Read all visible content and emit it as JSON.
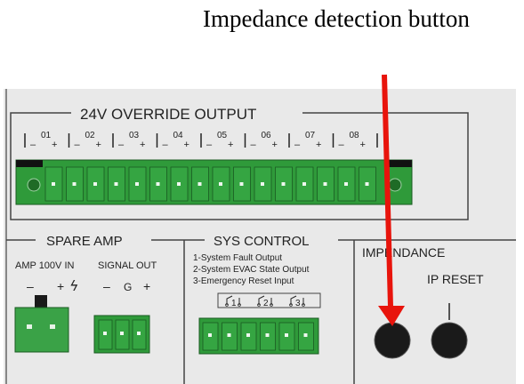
{
  "caption": "Impedance detection button",
  "panel": {
    "override_title": "24V OVERRIDE OUTPUT",
    "channels": [
      "01",
      "02",
      "03",
      "04",
      "05",
      "06",
      "07",
      "08"
    ],
    "minus": "–",
    "plus": "+",
    "spare_amp": {
      "title": "SPARE  AMP",
      "amp_in": "AMP 100V IN",
      "signal_out": "SIGNAL OUT",
      "amp_minus": "–",
      "amp_plus": "+",
      "sig_minus": "–",
      "sig_g": "G",
      "sig_plus": "+"
    },
    "sys_control": {
      "title": "SYS CONTROL",
      "line1": "1-System Fault Output",
      "line2": "2-System EVAC State Output",
      "line3": "3-Emergency Reset Input",
      "relay_labels": [
        "1",
        "2",
        "3"
      ]
    },
    "impedance": {
      "title": "IMPENDANCE",
      "ip_reset": "IP RESET"
    }
  },
  "colors": {
    "arrow": "#e8140c",
    "terminal_green": "#2f9a3a",
    "terminal_dark": "#1f6b26",
    "panel_bg": "#e9e9e9",
    "button": "#1a1a1a"
  }
}
